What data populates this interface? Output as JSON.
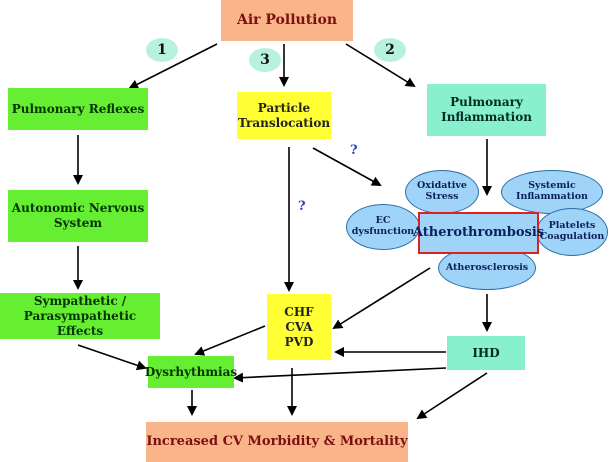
{
  "nodes": {
    "air_pollution": "Air Pollution",
    "pulmonary_reflexes": "Pulmonary Reflexes",
    "particle_translocation": "Particle\nTranslocation",
    "pulmonary_inflammation": "Pulmonary\nInflammation",
    "autonomic_nervous_system": "Autonomic Nervous\nSystem",
    "sympathetic_effects": "Sympathetic /\nParasympathetic Effects",
    "chf_cva_pvd": "CHF\nCVA\nPVD",
    "dysrhythmias": "Dysrhythmias",
    "ihd": "IHD",
    "outcome": "Increased CV Morbidity & Mortality",
    "atherothrombosis": "Atherothrombosis"
  },
  "ellipses": {
    "oxidative_stress": "Oxidative\nStress",
    "systemic_inflammation": "Systemic\nInflammation",
    "ec_dysfunction": "EC\ndysfunction",
    "platelets_coagulation": "Platelets\nCoagulation",
    "atherosclerosis": "Atherosclerosis"
  },
  "pathway_labels": {
    "one": "1",
    "two": "2",
    "three": "3"
  },
  "uncertain_marker": "?",
  "colors": {
    "green_box": "#66ee33",
    "yellow_box": "#ffff33",
    "teal_box": "#88f0cc",
    "peach_box": "#f9b48a",
    "ellipse_fill": "#9fd3f7",
    "atherothrombosis_border": "#e02020",
    "question_mark": "#2a3fd0"
  }
}
